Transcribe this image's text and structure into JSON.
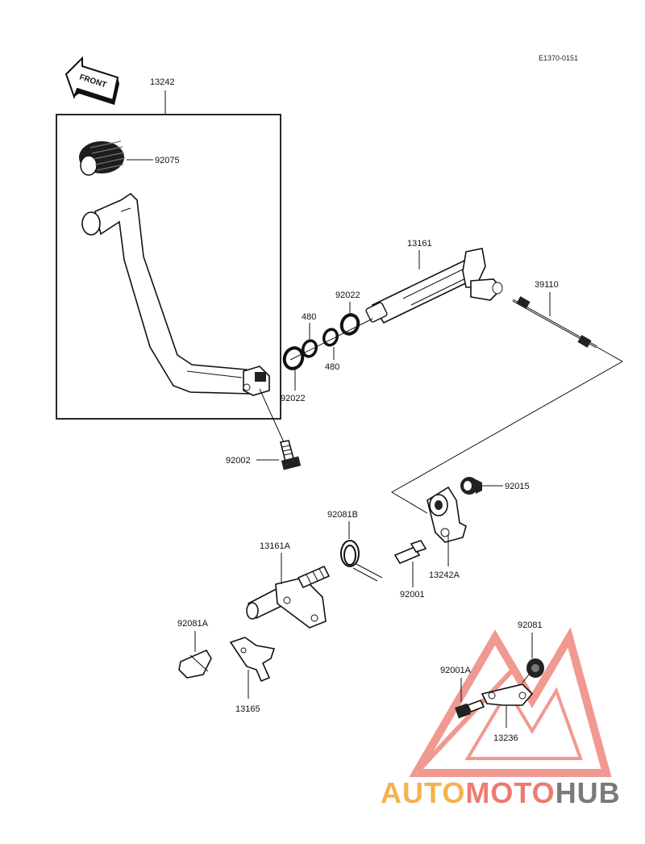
{
  "diagram": {
    "ref_code": "E1370-0151",
    "front_label": "FRONT",
    "parts": {
      "p13242": "13242",
      "p92075": "92075",
      "p13161": "13161",
      "p39110": "39110",
      "p92022_top": "92022",
      "p480_top": "480",
      "p480_bot": "480",
      "p92022_bot": "92022",
      "p92002": "92002",
      "p92015": "92015",
      "p92081B": "92081B",
      "p13161A": "13161A",
      "p13242A": "13242A",
      "p92001": "92001",
      "p92081A": "92081A",
      "p13165": "13165",
      "p92081": "92081",
      "p92001A": "92001A",
      "p13236": "13236"
    }
  },
  "watermark": {
    "part1": "AUTO",
    "part2": "MOTO",
    "part3": "HUB",
    "colors": {
      "orange": "#f4b24e",
      "red": "#ec7b72",
      "gray": "#7a7a7a"
    }
  }
}
